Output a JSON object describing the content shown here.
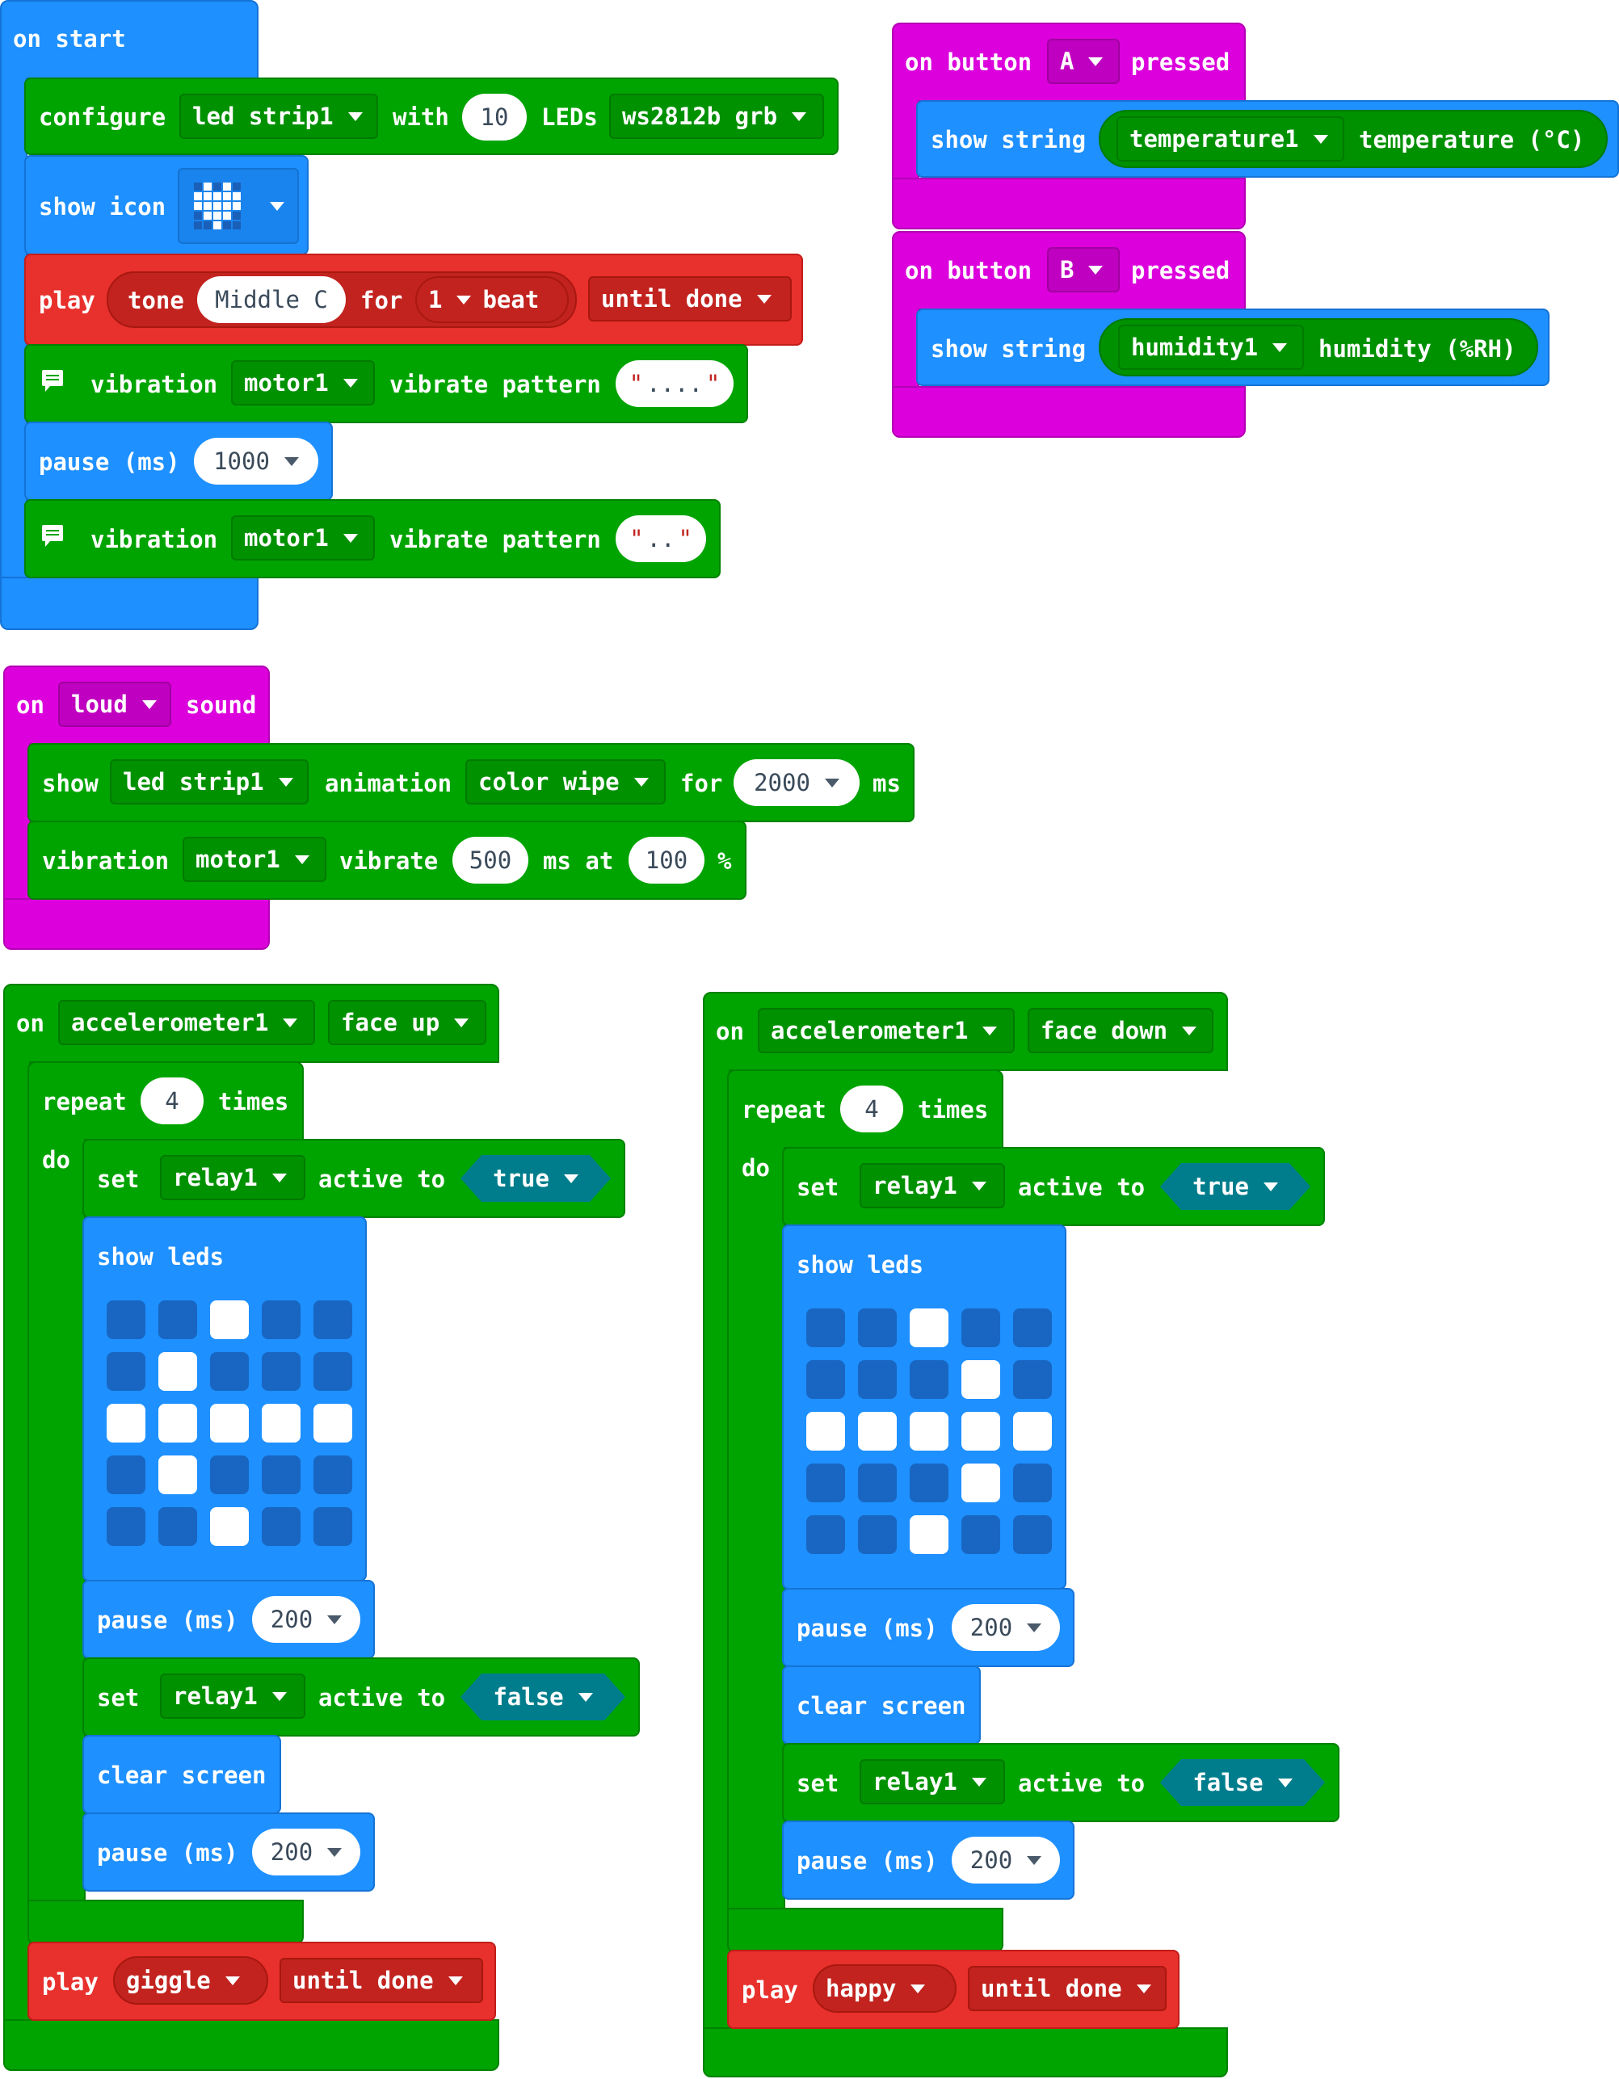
{
  "on_start": {
    "hat_label": "on start",
    "configure": {
      "label": "configure",
      "strip": "led strip1",
      "with": "with",
      "count": "10",
      "leds": "LEDs",
      "type": "ws2812b grb"
    },
    "show_icon": {
      "label": "show icon",
      "icon": "heart"
    },
    "play_tone": {
      "play": "play",
      "tone": "tone",
      "note": "Middle C",
      "for": "for",
      "beats": "1",
      "beat_word": "beat",
      "mode": "until done"
    },
    "vibration_1": {
      "label": "vibration",
      "motor": "motor1",
      "vibrate_pattern": "vibrate pattern",
      "pattern": "...."
    },
    "pause": {
      "label": "pause (ms)",
      "value": "1000"
    },
    "vibration_2": {
      "label": "vibration",
      "motor": "motor1",
      "vibrate_pattern": "vibrate pattern",
      "pattern": ".."
    }
  },
  "button_a": {
    "on_button": "on button",
    "button": "A",
    "pressed": "pressed",
    "show_string": "show string",
    "sensor": "temperature1",
    "reading": "temperature (°C)"
  },
  "button_b": {
    "on_button": "on button",
    "button": "B",
    "pressed": "pressed",
    "show_string": "show string",
    "sensor": "humidity1",
    "reading": "humidity (%RH)"
  },
  "loud_sound": {
    "on": "on",
    "level": "loud",
    "sound": "sound",
    "show": "show",
    "strip": "led strip1",
    "animation": "animation",
    "anim": "color wipe",
    "for": "for",
    "ms_value": "2000",
    "ms": "ms",
    "vibration": "vibration",
    "motor": "motor1",
    "vibrate": "vibrate",
    "vib_ms": "500",
    "ms_at": "ms at",
    "percent": "100",
    "pct": "%"
  },
  "face_up": {
    "on": "on",
    "sensor": "accelerometer1",
    "gesture": "face up",
    "repeat": "repeat",
    "times_value": "4",
    "times": "times",
    "do": "do",
    "set": "set",
    "relay": "relay1",
    "active_to": "active to",
    "true": "true",
    "false": "false",
    "show_leds": "show leds",
    "leds": [
      [
        0,
        0,
        1,
        0,
        0
      ],
      [
        0,
        1,
        0,
        0,
        0
      ],
      [
        1,
        1,
        1,
        1,
        1
      ],
      [
        0,
        1,
        0,
        0,
        0
      ],
      [
        0,
        0,
        1,
        0,
        0
      ]
    ],
    "pause": "pause (ms)",
    "pause_value": "200",
    "clear_screen": "clear screen",
    "play": "play",
    "sound": "giggle",
    "mode": "until done"
  },
  "face_down": {
    "on": "on",
    "sensor": "accelerometer1",
    "gesture": "face down",
    "repeat": "repeat",
    "times_value": "4",
    "times": "times",
    "do": "do",
    "set": "set",
    "relay": "relay1",
    "active_to": "active to",
    "true": "true",
    "false": "false",
    "show_leds": "show leds",
    "leds": [
      [
        0,
        0,
        1,
        0,
        0
      ],
      [
        0,
        0,
        0,
        1,
        0
      ],
      [
        1,
        1,
        1,
        1,
        1
      ],
      [
        0,
        0,
        0,
        1,
        0
      ],
      [
        0,
        0,
        1,
        0,
        0
      ]
    ],
    "pause": "pause (ms)",
    "pause_value": "200",
    "clear_screen": "clear screen",
    "play": "play",
    "sound": "happy",
    "mode": "until done"
  },
  "colors": {
    "basic": "#1e90ff",
    "custom": "#00a400",
    "music": "#e8302c",
    "event": "#dc00dc",
    "logic": "#007d8c"
  }
}
